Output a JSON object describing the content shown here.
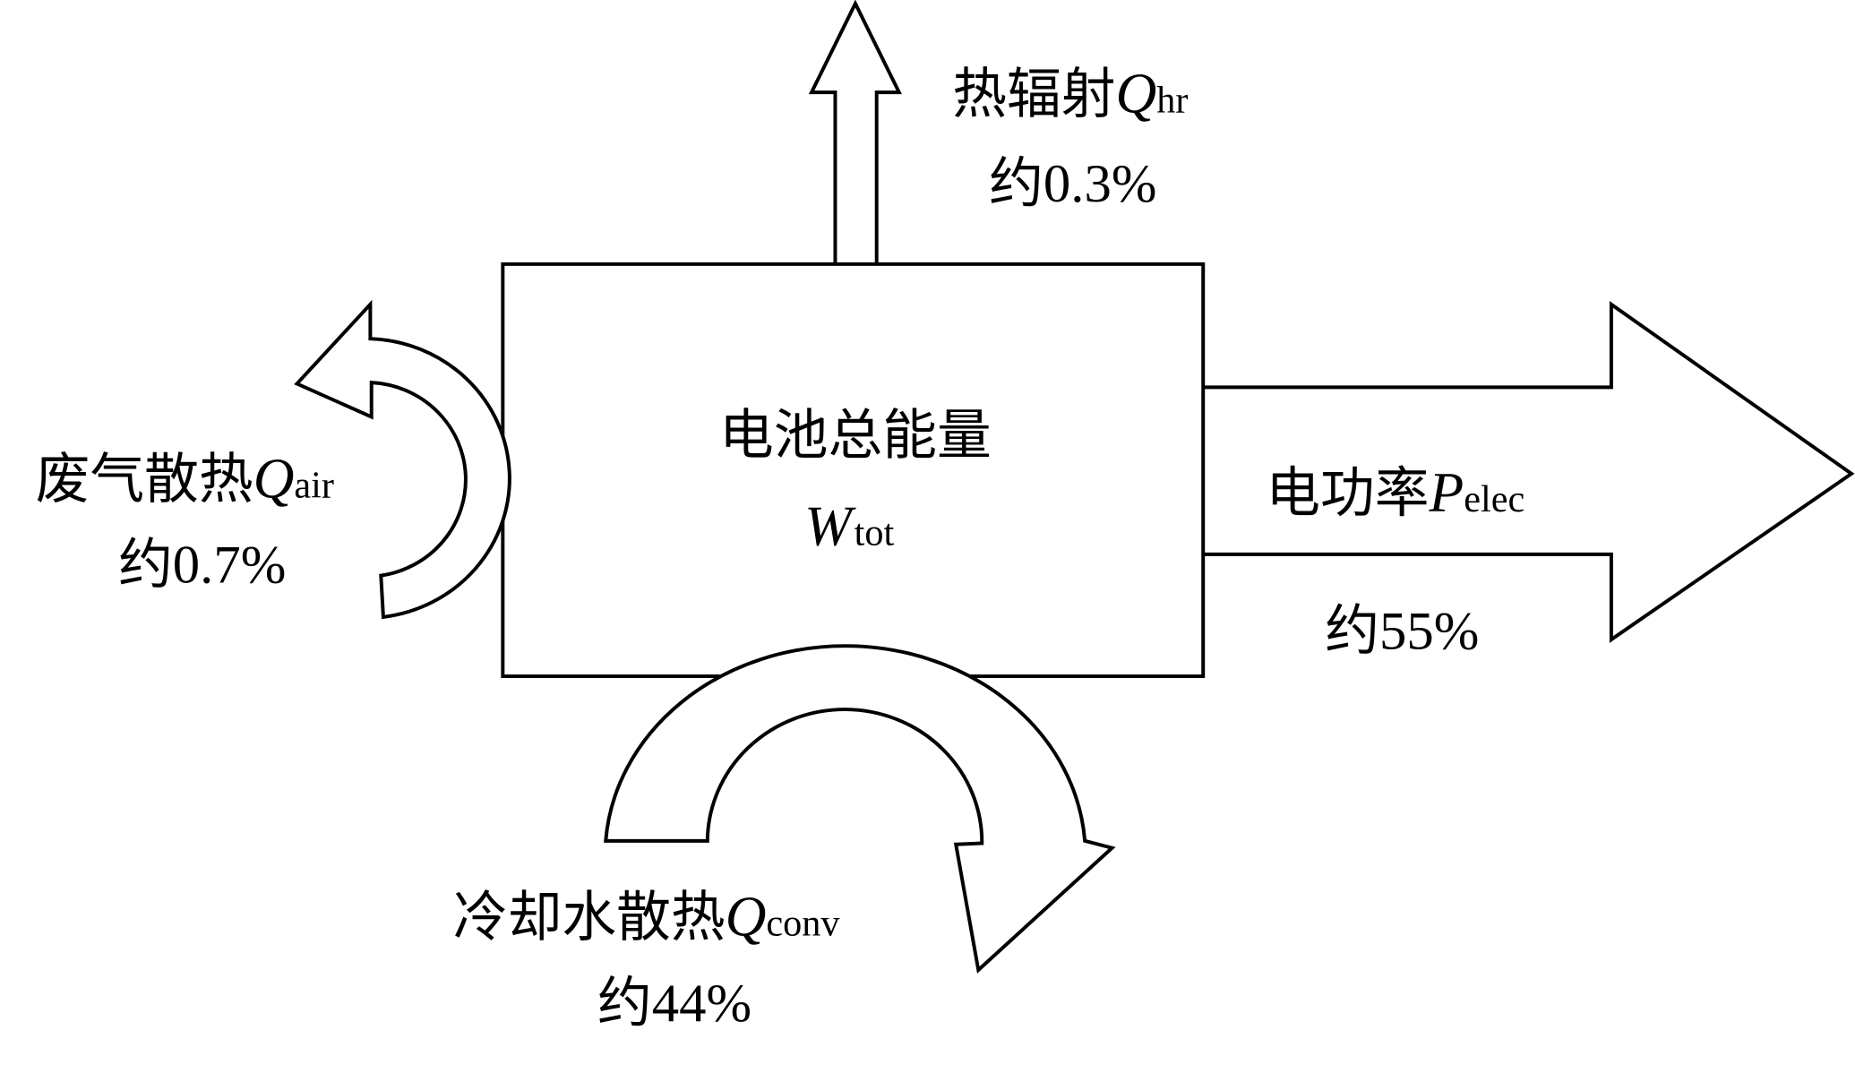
{
  "diagram": {
    "center_box": {
      "label": "电池总能量",
      "symbol": "W",
      "symbol_sub": "tot"
    },
    "flows": {
      "radiation": {
        "label": "热辐射",
        "symbol": "Q",
        "symbol_sub": "hr",
        "share": "约0.3%",
        "percent": 0.3
      },
      "exhaust": {
        "label": "废气散热",
        "symbol": "Q",
        "symbol_sub": "air",
        "share": "约0.7%",
        "percent": 0.7
      },
      "electric": {
        "label": "电功率",
        "symbol": "P",
        "symbol_sub": "elec",
        "share": "约55%",
        "percent": 55
      },
      "coolant": {
        "label": "冷却水散热",
        "symbol": "Q",
        "symbol_sub": "conv",
        "share": "约44%",
        "percent": 44
      }
    },
    "colors": {
      "stroke": "#000000",
      "fill": "#ffffff"
    }
  }
}
